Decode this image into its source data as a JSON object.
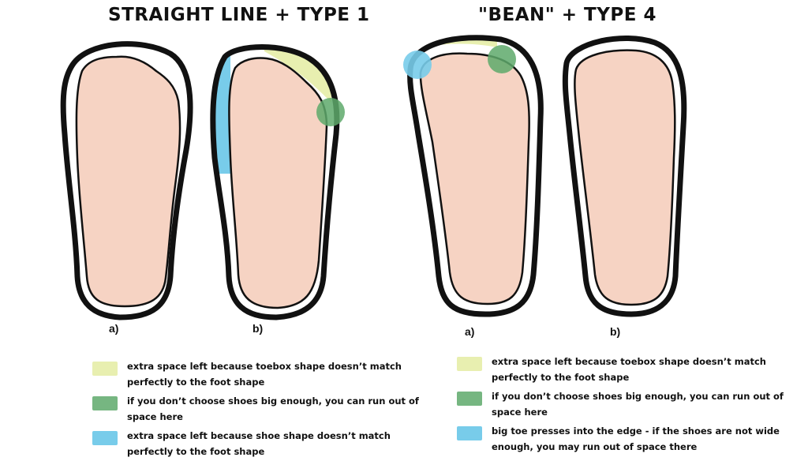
{
  "titles": {
    "left": "STRAIGHT LINE + TYPE 1",
    "right": "\"BEAN\" + TYPE 4"
  },
  "colors": {
    "sole": "#f6d3c3",
    "outline": "#111111",
    "yellow": "#e8efb0",
    "green": "#5ea96b",
    "blue": "#78ccea"
  },
  "groups": {
    "left": {
      "labels": [
        "a)",
        "b)"
      ]
    },
    "right": {
      "labels": [
        "a)",
        "b)"
      ]
    }
  },
  "legend_left": [
    {
      "swatch": "yellow",
      "text": "extra space left because toebox shape doesn’t match perfectly to the foot shape"
    },
    {
      "swatch": "green",
      "text": "if you don’t choose shoes big enough, you can run out of space here"
    },
    {
      "swatch": "blue",
      "text": "extra space left because shoe shape doesn’t match perfectly to the foot shape"
    }
  ],
  "legend_right": [
    {
      "swatch": "yellow",
      "text": "extra space left because toebox shape doesn’t match perfectly to the foot shape"
    },
    {
      "swatch": "green",
      "text": "if you don’t choose shoes big enough, you can run out of space here"
    },
    {
      "swatch": "blue",
      "text": "big toe presses into the edge - if the shoes are not wide enough, you may run out of space there"
    }
  ]
}
